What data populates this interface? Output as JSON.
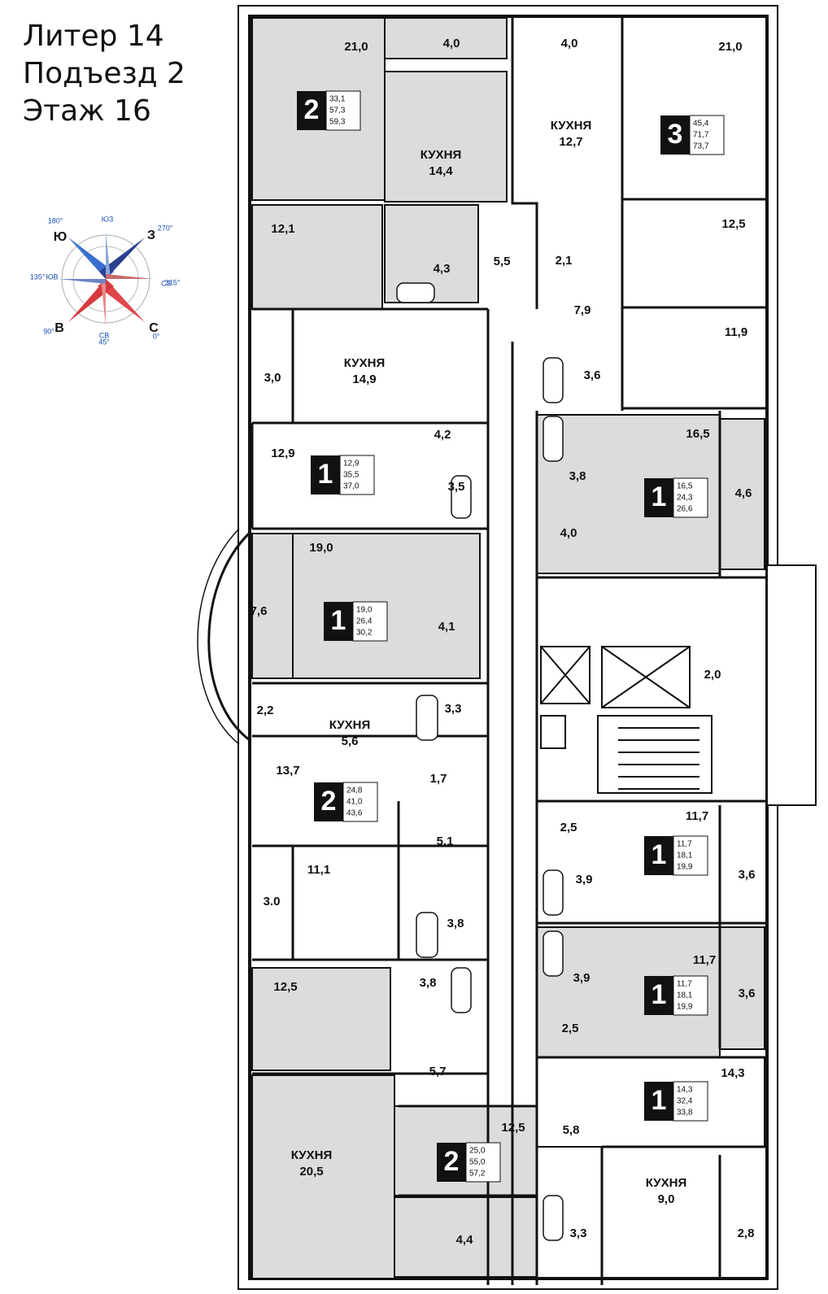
{
  "header": {
    "line1": "Литер 14",
    "line2": "Подъезд 2",
    "line3": "Этаж 16"
  },
  "compass": {
    "main": [
      "Ю",
      "З",
      "С",
      "В"
    ],
    "degrees": [
      "180°",
      "270°",
      "315°",
      "0°",
      "45°",
      "90°",
      "135°"
    ],
    "inner": [
      "ЮЗ",
      "СЗ",
      "СВ",
      "ЮВ"
    ]
  },
  "apartments": [
    {
      "id": "a1",
      "rooms": "2",
      "areas": [
        "33,1",
        "57,3",
        "59,3"
      ]
    },
    {
      "id": "a2",
      "rooms": "3",
      "areas": [
        "45,4",
        "71,7",
        "73,7"
      ]
    },
    {
      "id": "a3",
      "rooms": "1",
      "areas": [
        "12,9",
        "35,5",
        "37,0"
      ]
    },
    {
      "id": "a4",
      "rooms": "1",
      "areas": [
        "16,5",
        "24,3",
        "26,6"
      ]
    },
    {
      "id": "a5",
      "rooms": "1",
      "areas": [
        "19,0",
        "26,4",
        "30,2"
      ]
    },
    {
      "id": "a6",
      "rooms": "2",
      "areas": [
        "24,8",
        "41,0",
        "43,6"
      ]
    },
    {
      "id": "a7",
      "rooms": "1",
      "areas": [
        "11,7",
        "18,1",
        "19,9"
      ]
    },
    {
      "id": "a8",
      "rooms": "1",
      "areas": [
        "11,7",
        "18,1",
        "19,9"
      ]
    },
    {
      "id": "a9",
      "rooms": "1",
      "areas": [
        "14,3",
        "32,4",
        "33,8"
      ]
    },
    {
      "id": "a10",
      "rooms": "2",
      "areas": [
        "25,0",
        "55,0",
        "57,2"
      ]
    }
  ],
  "rooms": [
    "21,0",
    "4,0",
    "4,0",
    "21,0",
    "КУХНЯ",
    "14,4",
    "КУХНЯ",
    "12,7",
    "12,1",
    "4,3",
    "5,5",
    "2,1",
    "12,5",
    "7,9",
    "11,9",
    "КУХНЯ",
    "14,9",
    "3,0",
    "4,2",
    "3,6",
    "12,9",
    "3,5",
    "16,5",
    "3,8",
    "4,6",
    "4,0",
    "19,0",
    "7,6",
    "4,1",
    "2,0",
    "2,2",
    "КУХНЯ",
    "5,6",
    "3,3",
    "13,7",
    "1,7",
    "5,1",
    "2,5",
    "11,7",
    "3,9",
    "3,6",
    "11,1",
    "3.0",
    "3,8",
    "11,7",
    "3,9",
    "3,6",
    "12,5",
    "3,8",
    "2,5",
    "5,7",
    "14,3",
    "5,8",
    "КУХНЯ",
    "20,5",
    "12,5",
    "КУХНЯ",
    "9,0",
    "3,3",
    "2,8",
    "4,4"
  ]
}
